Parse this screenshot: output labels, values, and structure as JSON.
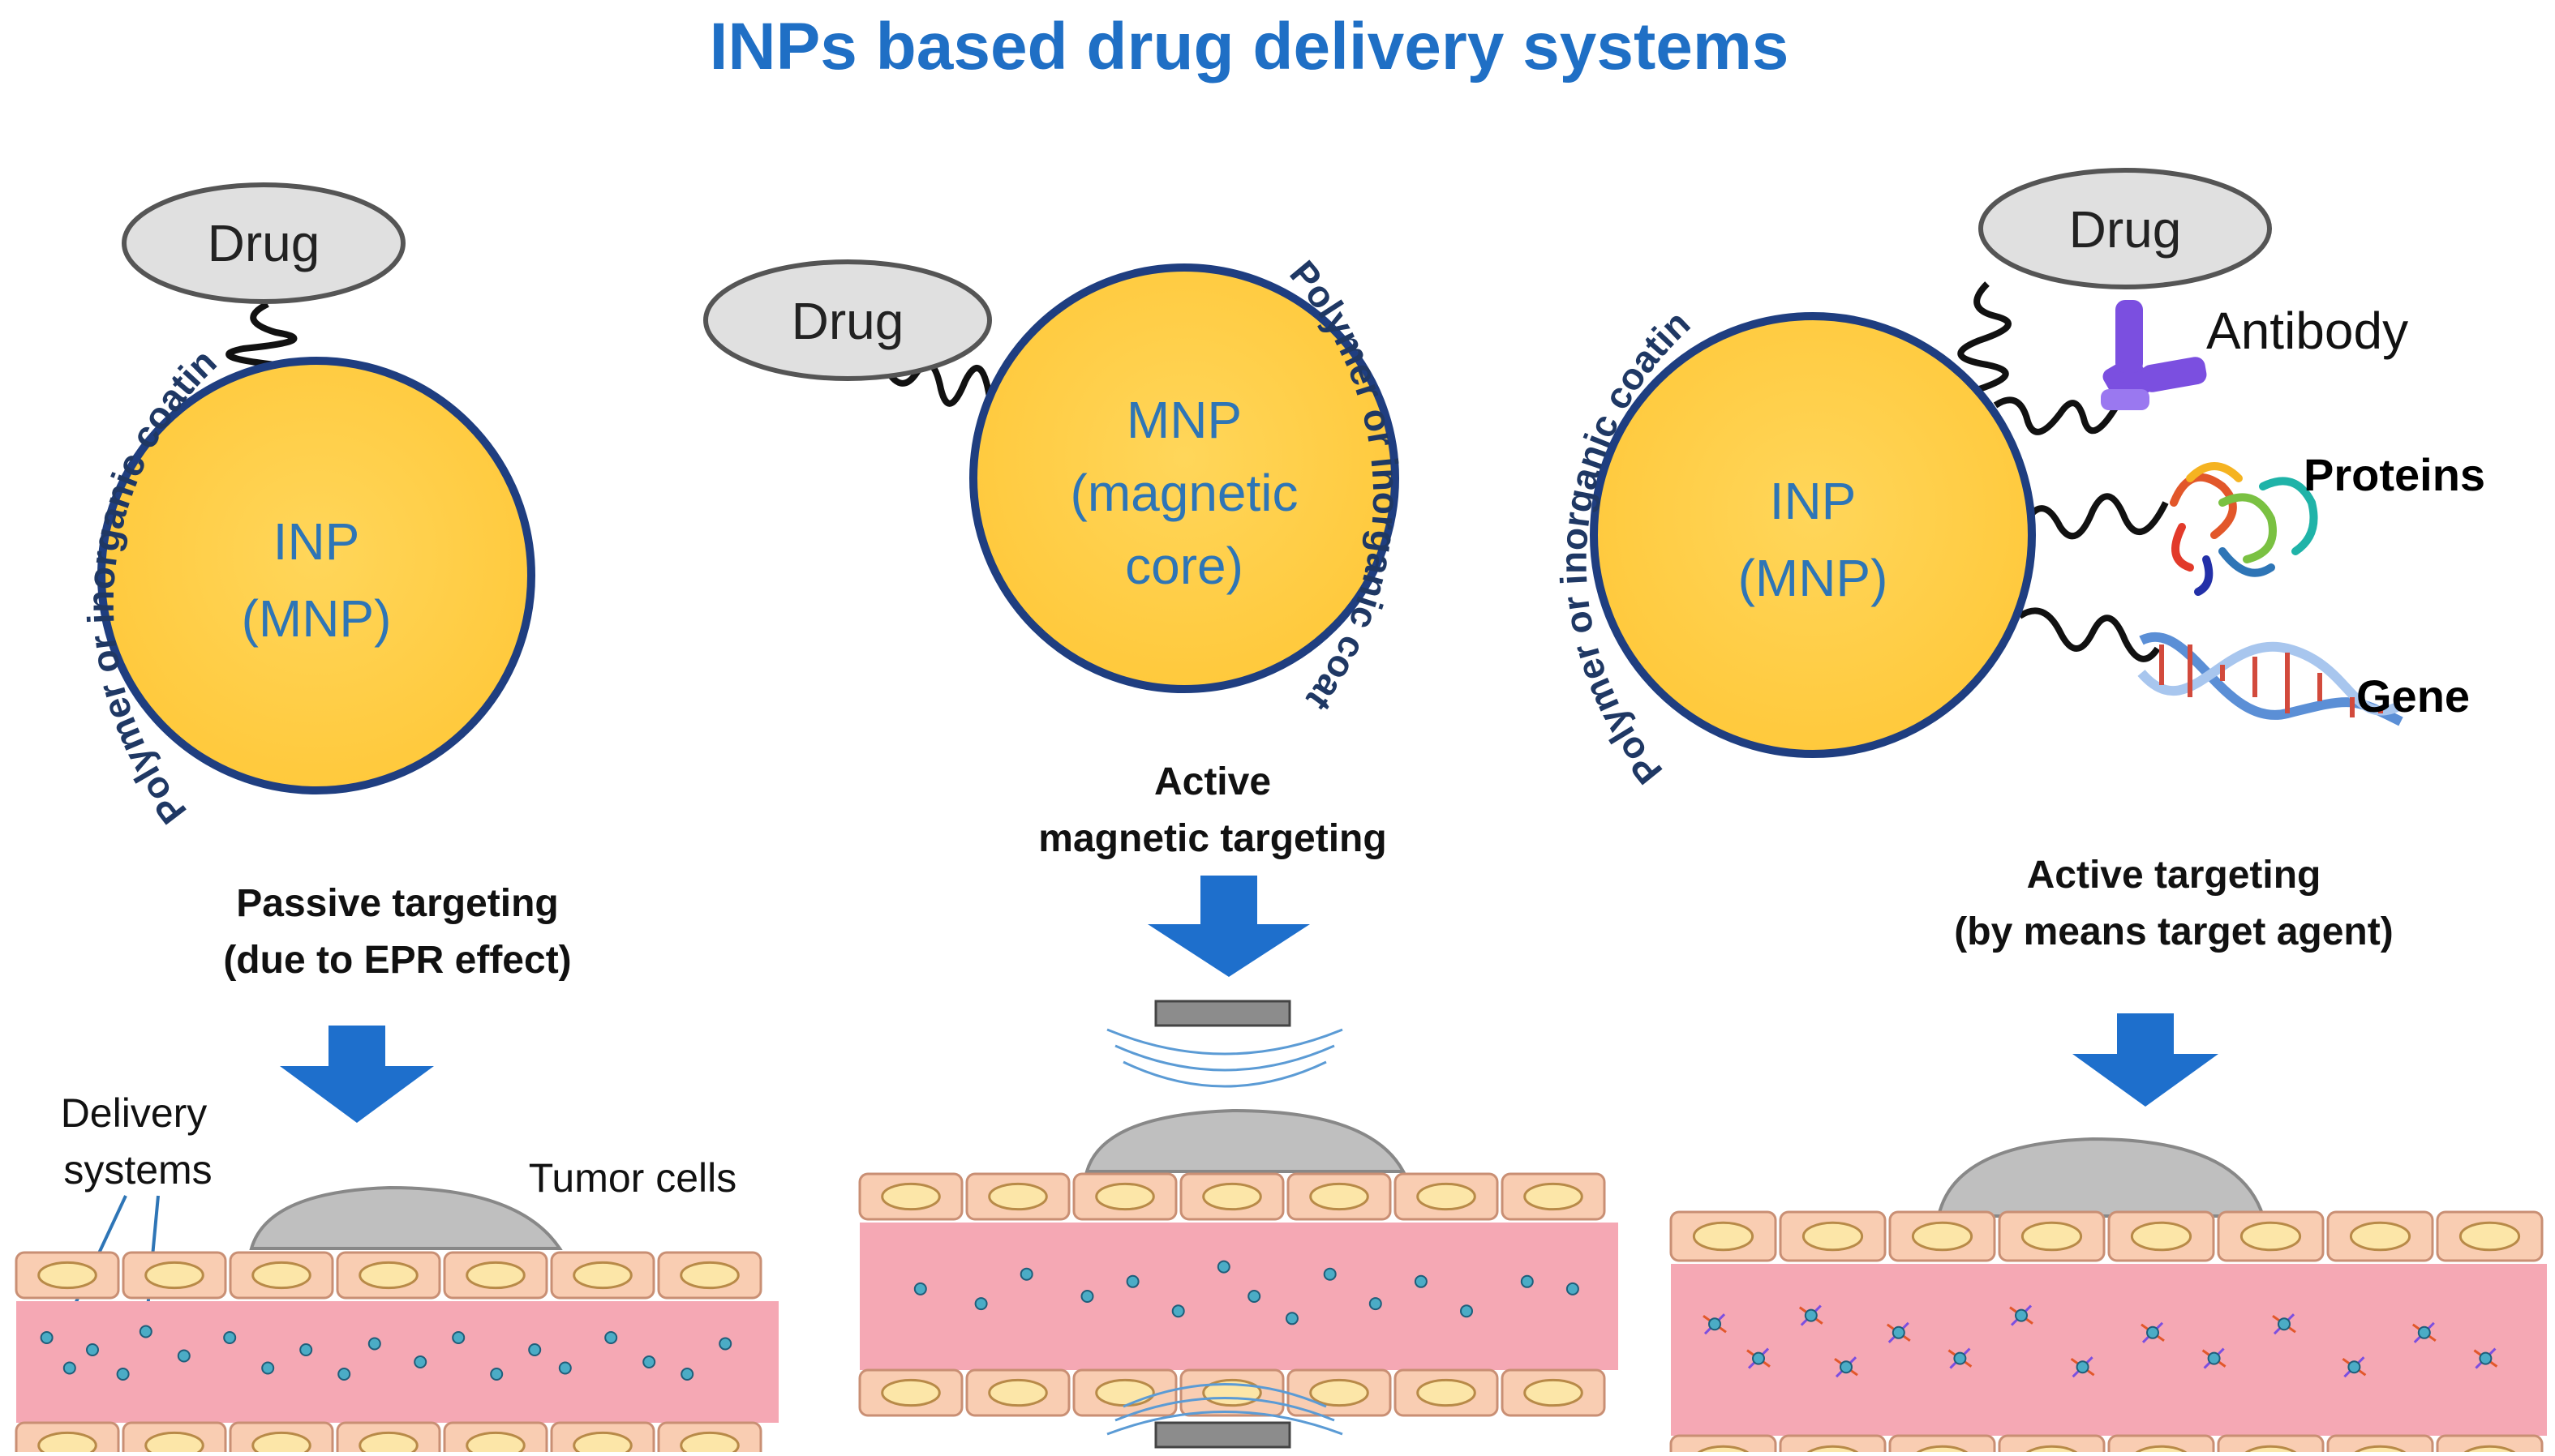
{
  "title": "INPs based drug delivery systems",
  "panels": {
    "left": {
      "drug": "Drug",
      "core_line1": "INP",
      "core_line2": "(MNP)",
      "coating": "Polymer or inorganic coating",
      "targeting_line1": "Passive targeting",
      "targeting_line2": "(due to EPR effect)",
      "delivery_line1": "Delivery",
      "delivery_line2": "systems",
      "tumor_label": "Tumor cells"
    },
    "middle": {
      "drug": "Drug",
      "core_line1": "MNP",
      "core_line2": "(magnetic",
      "core_line3": "core)",
      "coating": "Polymer or inorganic coating",
      "targeting_line1": "Active",
      "targeting_line2": "magnetic targeting"
    },
    "right": {
      "drug": "Drug",
      "core_line1": "INP",
      "core_line2": "(MNP)",
      "coating": "Polymer or inorganic coating",
      "antibody": "Antibody",
      "proteins": "Proteins",
      "gene": "Gene",
      "targeting_line1": "Active targeting",
      "targeting_line2": "(by means target agent)"
    }
  },
  "colors": {
    "title": "#1F6FC5",
    "core_fill": "#FFD250",
    "core_stroke": "#1F3E80",
    "arrow": "#1E6FCC",
    "vessel": "#F5A8B4",
    "cell": "#F9CDB2",
    "nucleus": "#FCE6A8",
    "tumor": "#BFBFBF",
    "particle": "#4BACC6",
    "antibody": "#7B4FE0"
  }
}
